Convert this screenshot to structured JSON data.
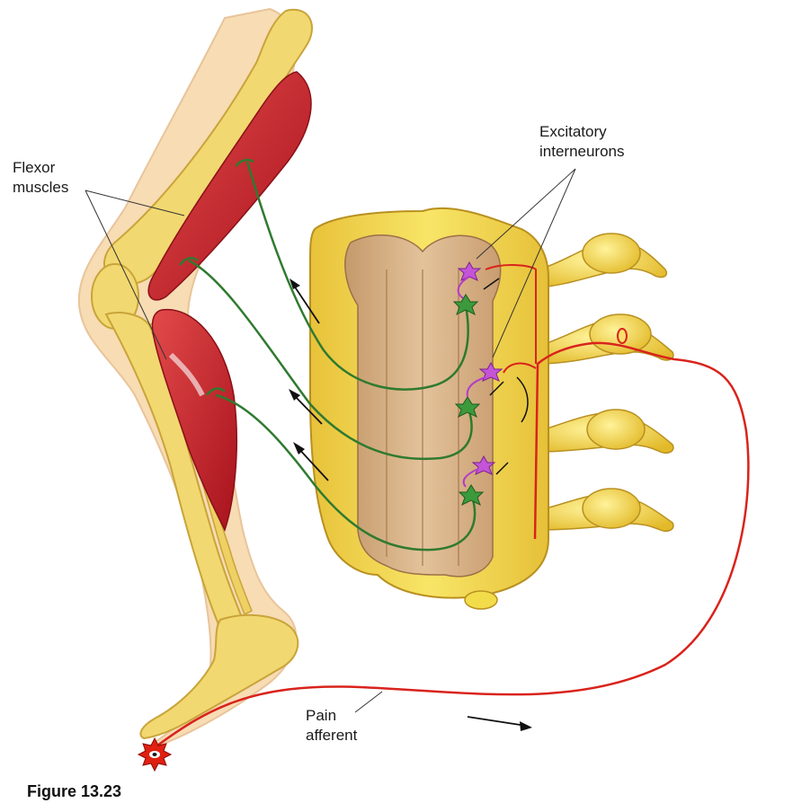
{
  "labels": {
    "flexor_line1": "Flexor",
    "flexor_line2": "muscles",
    "excitatory_line1": "Excitatory",
    "excitatory_line2": "interneurons",
    "pain_line1": "Pain",
    "pain_line2": "afferent"
  },
  "figure_caption": "Figure 13.23",
  "colors": {
    "bone": "#f2d870",
    "muscle": "#c8202a",
    "skin": "#f7dcb4",
    "spinal_cord": "#f3dc4a",
    "grey_matter": "#d7b083",
    "motor_neuron": "#2f7a2f",
    "interneuron": "#b43cc8",
    "pain_afferent": "#d9231c",
    "stimulus": "#e02010"
  },
  "icons": [
    "pain-stimulus-icon",
    "flow-arrow-icon"
  ]
}
